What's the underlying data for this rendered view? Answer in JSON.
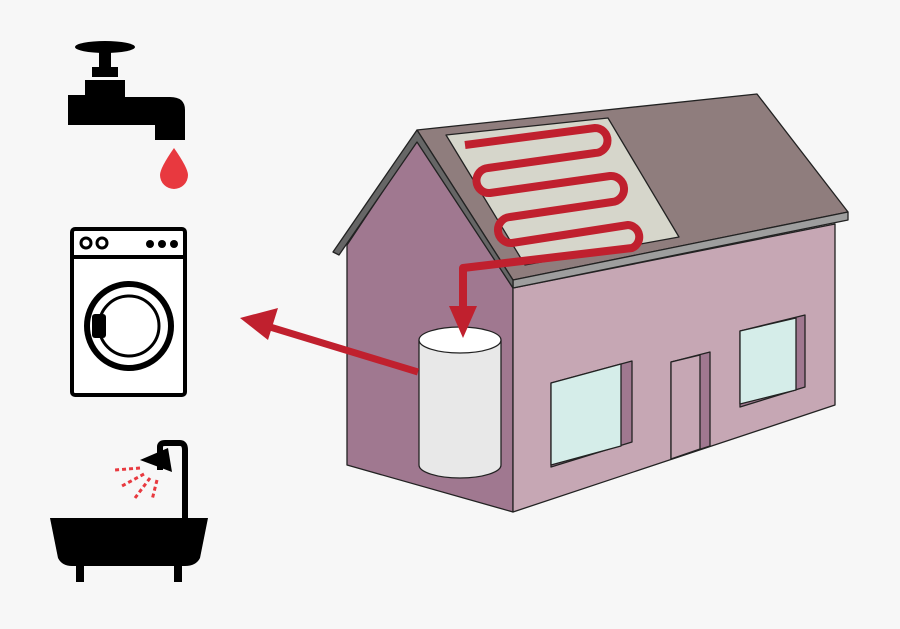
{
  "colors": {
    "background": "#f7f7f7",
    "pipe_red": "#c0202e",
    "drop_red": "#e8393f",
    "roof": "#8f7d7d",
    "panel": "#d6d6cb",
    "gable_wall": "#a07890",
    "front_wall": "#c6a7b4",
    "window_glass": "#d5ede9",
    "tank": "#e8e8e8",
    "icon_black": "#000000"
  },
  "icons": [
    "tap-icon",
    "washing-machine-icon",
    "bath-shower-icon",
    "house-illustration",
    "solar-panel",
    "water-tank"
  ]
}
